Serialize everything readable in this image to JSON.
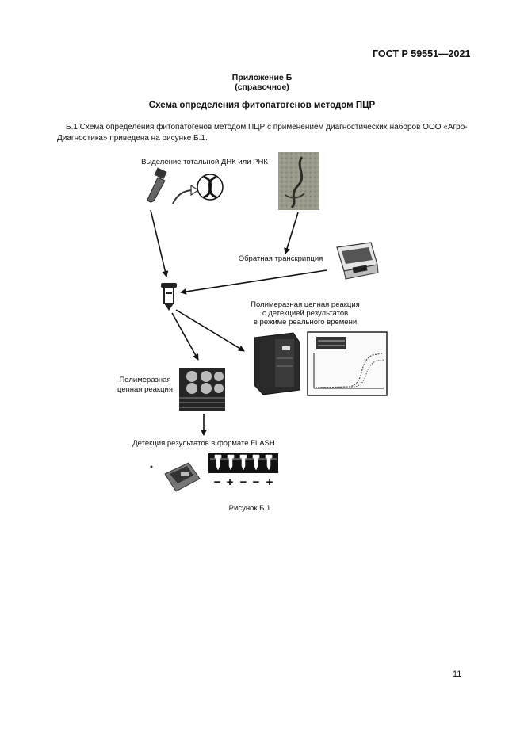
{
  "header": {
    "standard": "ГОСТ Р 59551—2021"
  },
  "appendix": {
    "title": "Приложение Б",
    "note": "(справочное)"
  },
  "section": {
    "title": "Схема определения фитопатогенов методом ПЦР"
  },
  "paragraph": "Б.1 Схема определения фитопатогенов методом ПЦР с применением диагностических наборов ООО «Агро-Диагностика» приведена на рисунке Б.1.",
  "figure": {
    "labels": {
      "extraction": "Выделение тотальной ДНК или РНК",
      "reverse_transcription": "Обратная транскрипция",
      "realtime_line1": "Полимеразная цепная реакция",
      "realtime_line2": "с детекцией результатов",
      "realtime_line3": "в режиме реального времени",
      "pcr_line1": "Полимеразная",
      "pcr_line2": "цепная реакция",
      "flash": "Детекция результатов в формате FLASH"
    },
    "signs": [
      "−",
      "+",
      "−",
      "−",
      "+"
    ],
    "caption": "Рисунок Б.1"
  },
  "page_number": "11"
}
